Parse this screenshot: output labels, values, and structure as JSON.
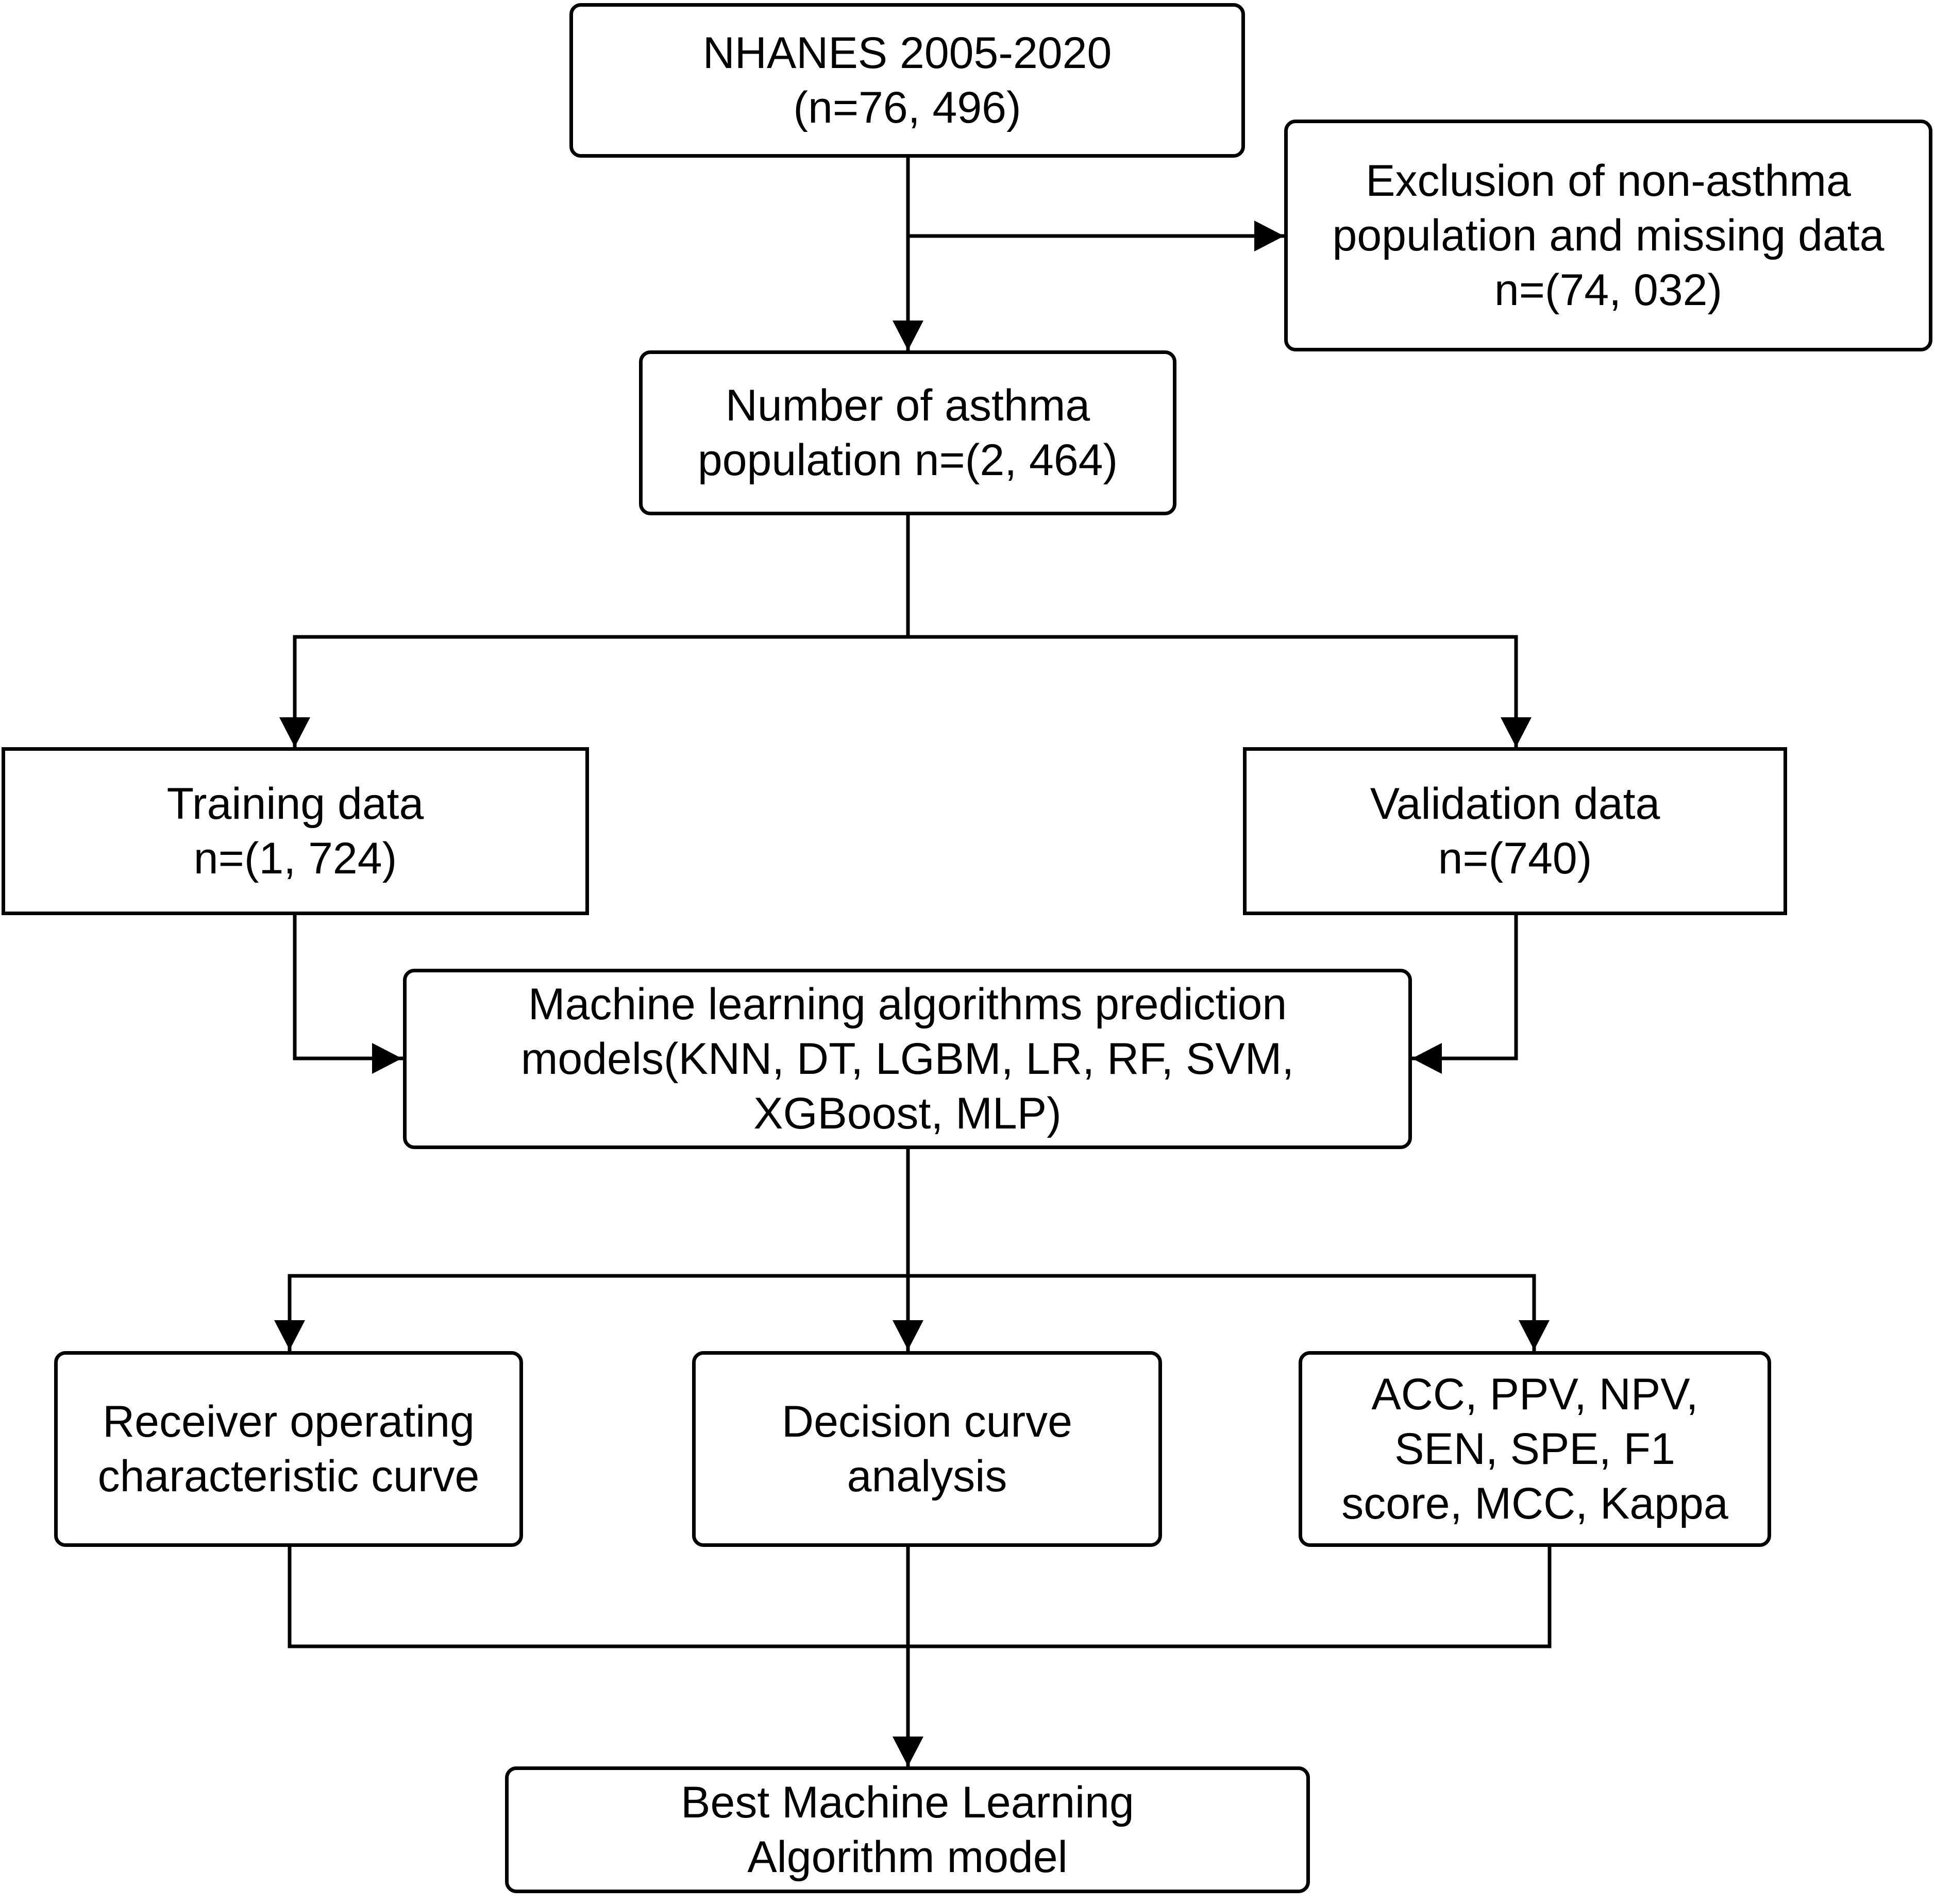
{
  "nodes": {
    "nhanes": {
      "lines": [
        "NHANES 2005-2020",
        "(n=76, 496)"
      ]
    },
    "exclusion": {
      "lines": [
        "Exclusion of non-asthma",
        "population and missing data",
        "n=(74, 032)"
      ]
    },
    "asthma": {
      "lines": [
        "Number of asthma",
        "population n=(2, 464)"
      ]
    },
    "training": {
      "lines": [
        "Training data",
        "n=(1, 724)"
      ]
    },
    "validation": {
      "lines": [
        "Validation data",
        "n=(740)"
      ]
    },
    "ml_models": {
      "lines": [
        "Machine learning algorithms prediction",
        "models(KNN, DT, LGBM, LR, RF, SVM,",
        "XGBoost, MLP)"
      ]
    },
    "roc": {
      "lines": [
        "Receiver operating",
        "characteristic curve"
      ]
    },
    "dca": {
      "lines": [
        "Decision curve",
        "analysis"
      ]
    },
    "metrics": {
      "lines": [
        "ACC, PPV, NPV,",
        "SEN, SPE, F1",
        "score, MCC, Kappa"
      ]
    },
    "best": {
      "lines": [
        "Best Machine Learning",
        "Algorithm model"
      ]
    }
  },
  "colors": {
    "stroke": "#000000",
    "fill": "#ffffff"
  }
}
